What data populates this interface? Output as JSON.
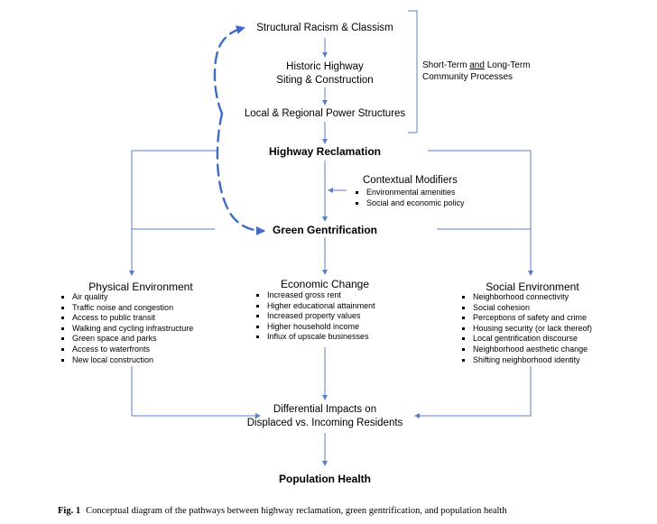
{
  "nodes": {
    "racism": "Structural Racism & Classism",
    "highway_siting_line1": "Historic Highway",
    "highway_siting_line2": "Siting & Construction",
    "power": "Local & Regional Power Structures",
    "reclamation": "Highway Reclamation",
    "modifiers_title": "Contextual Modifiers",
    "green": "Green Gentrification",
    "physical_title": "Physical Environment",
    "economic_title": "Economic Change",
    "social_title": "Social Environment",
    "differential_line1": "Differential Impacts on",
    "differential_line2": "Displaced vs. Incoming Residents",
    "health": "Population Health"
  },
  "bracket": {
    "line1_pre": "Short-Term ",
    "line1_underlined": "and",
    "line1_post": " Long-Term",
    "line2": "Community Processes"
  },
  "modifiers_items": [
    "Environmental amenities",
    "Social and economic policy"
  ],
  "physical_items": [
    "Air quality",
    "Traffic noise and congestion",
    "Access to public transit",
    "Walking and cycling infrastructure",
    "Green space and parks",
    "Access to waterfronts",
    "New local construction"
  ],
  "economic_items": [
    "Increased gross rent",
    "Higher educational attainment",
    "Increased property values",
    "Higher household income",
    "Influx of upscale businesses"
  ],
  "social_items": [
    "Neighborhood connectivity",
    "Social cohesion",
    "Perceptions of safety and crime",
    "Housing security (or lack thereof)",
    "Local gentrification discourse",
    "Neighborhood aesthetic change",
    "Shifting neighborhood identity"
  ],
  "caption": {
    "label": "Fig. 1",
    "text": "Conceptual diagram of the pathways between highway reclamation, green gentrification, and population health"
  },
  "colors": {
    "connector": "#5b7fc4",
    "dashed_arrow": "#3f6bc6",
    "bracket": "#5b7fc4"
  }
}
